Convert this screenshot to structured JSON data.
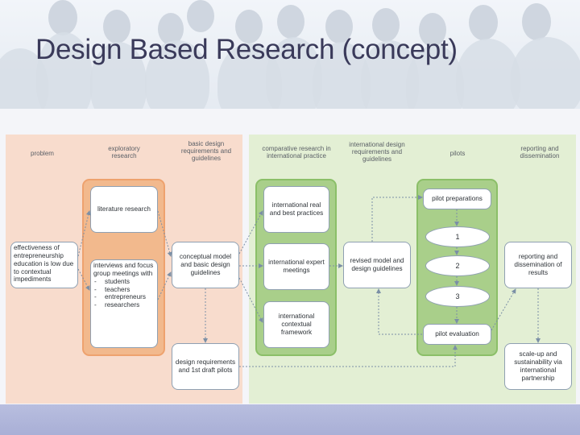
{
  "slide": {
    "title": "Design Based Research (concept)"
  },
  "diagram": {
    "headers": {
      "problem": "problem",
      "exploratory": "exploratory research",
      "basic_design": "basic design requirements and guidelines",
      "comparative": "comparative research in international practice",
      "international_design": "international design requirements and guidelines",
      "pilots": "pilots",
      "reporting": "reporting and dissemination"
    },
    "boxes": {
      "problem": "effectiveness of entrepreneurship education is low due to contextual impediments",
      "literature": "literature research",
      "interviews_intro": "interviews and focus group meetings with",
      "interviews_items": [
        "students",
        "teachers",
        "entrepreneurs",
        "researchers"
      ],
      "conceptual": "conceptual model and basic design guidelines",
      "design_req": "design requirements and 1st draft pilots",
      "intl_best": "international real and best practices",
      "intl_expert": "international expert meetings",
      "intl_context": "international contextual framework",
      "revised": "revised model and design guidelines",
      "pilot_prep": "pilot preparations",
      "pilot_1": "1",
      "pilot_2": "2",
      "pilot_3": "3",
      "pilot_eval": "pilot evaluation",
      "report_dissem": "reporting and dissemination of results",
      "scale_up": "scale-up and sustainability via international partnership"
    },
    "colors": {
      "orange_panel": "#f8dccd",
      "orange_column": "#f2b98d",
      "green_panel": "#e3efd4",
      "green_column": "#a9cf8a",
      "box_border": "#8fa0b2",
      "arrow": "#7b8fa6",
      "title_text": "#3a3a5a",
      "bottom_band": "#b1b7da"
    }
  }
}
